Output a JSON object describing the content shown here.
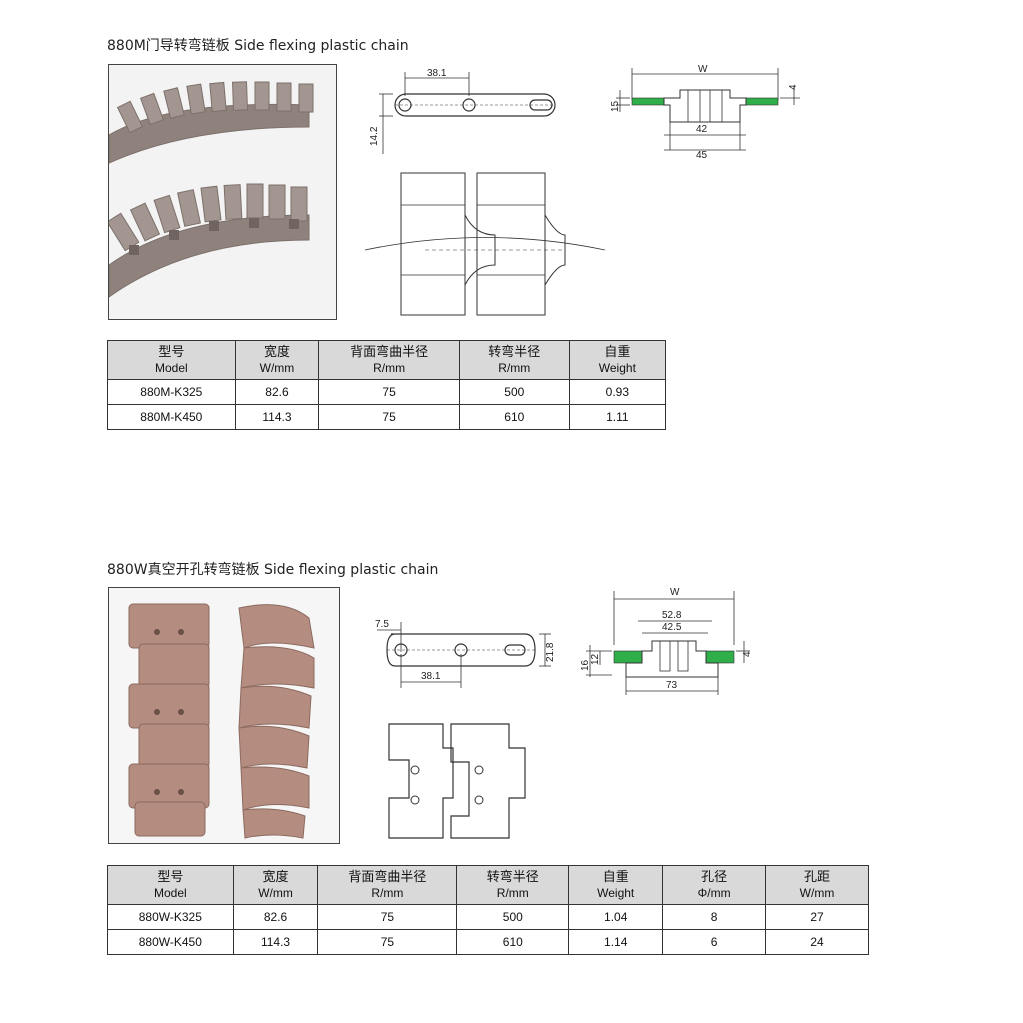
{
  "section1": {
    "title": "880M门导转弯链板  Side flexing plastic chain",
    "dims": {
      "pitch": "38.1",
      "height": "14.2",
      "width": "W",
      "thk": "4",
      "h15": "15",
      "d42": "42",
      "d45": "45"
    },
    "table": {
      "headers": [
        {
          "cn": "型号",
          "en": "Model"
        },
        {
          "cn": "宽度",
          "en": "W/mm"
        },
        {
          "cn": "背面弯曲半径",
          "en": "R/mm"
        },
        {
          "cn": "转弯半径",
          "en": "R/mm"
        },
        {
          "cn": "自重",
          "en": "Weight"
        }
      ],
      "rows": [
        [
          "880M-K325",
          "82.6",
          "75",
          "500",
          "0.93"
        ],
        [
          "880M-K450",
          "114.3",
          "75",
          "610",
          "1.11"
        ]
      ]
    }
  },
  "section2": {
    "title": "880W真空开孔转弯链板  Side flexing plastic chain",
    "dims": {
      "d75": "7.5",
      "pitch": "38.1",
      "h218": "21.8",
      "width": "W",
      "d528": "52.8",
      "d425": "42.5",
      "h16": "16",
      "h12": "12",
      "d73": "73",
      "thk": "4"
    },
    "table": {
      "headers": [
        {
          "cn": "型号",
          "en": "Model"
        },
        {
          "cn": "宽度",
          "en": "W/mm"
        },
        {
          "cn": "背面弯曲半径",
          "en": "R/mm"
        },
        {
          "cn": "转弯半径",
          "en": "R/mm"
        },
        {
          "cn": "自重",
          "en": "Weight"
        },
        {
          "cn": "孔径",
          "en": "Φ/mm"
        },
        {
          "cn": "孔距",
          "en": "W/mm"
        }
      ],
      "rows": [
        [
          "880W-K325",
          "82.6",
          "75",
          "500",
          "1.04",
          "8",
          "27"
        ],
        [
          "880W-K450",
          "114.3",
          "75",
          "610",
          "1.14",
          "6",
          "24"
        ]
      ]
    }
  },
  "colors": {
    "chain_plastic": "#a39691",
    "chain_plastic_2": "#b58d80",
    "pad_green": "#2fae4a"
  }
}
